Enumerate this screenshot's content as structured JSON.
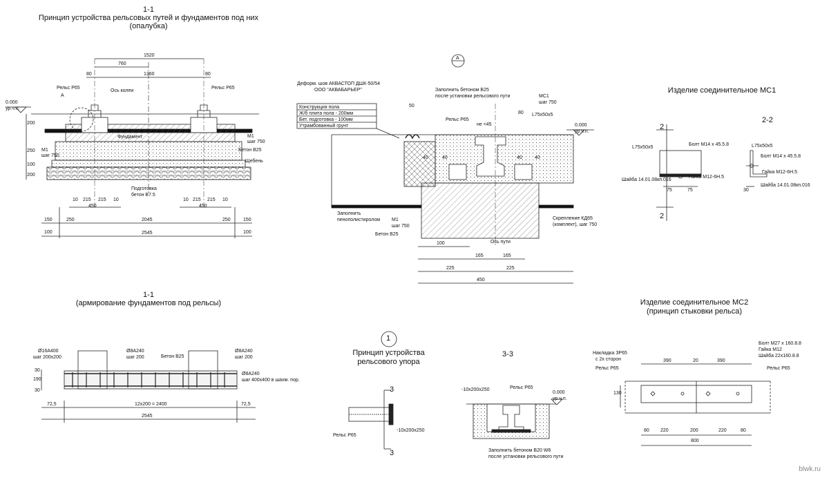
{
  "section_1_1_formwork": {
    "number": "1-1",
    "title_line1": "Принцип устройства рельсовых путей и фундаментов под них",
    "title_line2": "(опалубка)",
    "dims": {
      "d1520": "1520",
      "d760": "760",
      "d80a": "80",
      "d1360": "1360",
      "d80b": "80",
      "d2045": "2045",
      "d2545": "2545",
      "d250a": "250",
      "d250b": "250",
      "d150a": "150",
      "d150b": "150",
      "d100a": "100",
      "d100b": "100",
      "d450a": "450",
      "d450b": "450",
      "d10a": "10",
      "d215a": "215",
      "d215b": "215",
      "d10b": "10",
      "d10c": "10",
      "d215c": "215",
      "d215d": "215",
      "d10d": "10",
      "v200a": "200",
      "v250": "250",
      "v100": "100",
      "v200b": "200"
    },
    "labels": {
      "rail_left": "Рельс Р65",
      "rail_right": "Рельс Р65",
      "axis": "Ось колеи",
      "a_mark": "А",
      "level": "0.000",
      "level_sub": "ур.ч.п.",
      "foundation": "Фундамент",
      "m1_left": "М1",
      "m1_left_step": "шаг 750",
      "m1_right": "М1",
      "m1_right_step": "шаг 750",
      "concrete": "Бетон В25",
      "gravel": "Щебень",
      "prep": "Подготовка",
      "prep2": "бетон В7.5"
    }
  },
  "section_node_a": {
    "mark": "А",
    "labels": {
      "seam": "Деформ. шов АКВАСТОП ДШК-50/54",
      "seam_co": "ООО \"АКВАБАРЬЕР\"",
      "floor_head": "Конструкция пола",
      "floor1": "Ж/б плита пола  - 200мм",
      "floor2": "Бет. подготовка  - 100мм",
      "floor3": "Утрамбованный грунт",
      "fill": "Заполнить бетоном В25",
      "fill2": "после установки рельсового пути",
      "mc1": "МС1",
      "mc1_step": "шаг 750",
      "rail": "Рельс Р65",
      "not45": "не <45",
      "angle": "L75x50x5",
      "level": "0.000",
      "level_sub": "ур.ч.п.",
      "foam": "Заполнить",
      "foam2": "пенополистиролом",
      "m1": "М1",
      "m1_step": "шаг 750",
      "concrete": "Бетон В25",
      "kd": "Скрепление КД65",
      "kd2": "(комплект), шаг 750",
      "axis": "Ось пути"
    },
    "dims": {
      "d50": "50",
      "d80": "80",
      "d40a": "40",
      "d40b": "40",
      "d40c": "40",
      "d40d": "40",
      "d100": "100",
      "d165a": "165",
      "d165b": "165",
      "d225a": "225",
      "d225b": "225",
      "d450": "450"
    }
  },
  "mc1": {
    "title": "Изделие соединительное МС1",
    "section": "2-2",
    "cut_left": "2",
    "cut_left2": "2",
    "labels": {
      "angle": "L75x50x5",
      "bolt": "Болт М14 х 45.5.8",
      "washer": "Шайба 14.01.08кп.016",
      "nut": "Гайка М12-6Н.5",
      "angle_b": "L75x50x5",
      "bolt_b": "Болт М14 х 45.5.8",
      "nut_b": "Гайка М12-6Н.5",
      "washer_b": "Шайба 14.01.08кп.016"
    },
    "dims": {
      "d75a": "75",
      "d75b": "75",
      "d30": "30"
    }
  },
  "section_1_1_rebar": {
    "number": "1-1",
    "title": "(армирование фундаментов под рельсы)",
    "labels": {
      "r16": "Ø16А400",
      "r16_step": "шаг 200x200",
      "r8a": "Ø8А240",
      "r8a_step": "шаг 200",
      "concrete": "Бетон В25",
      "r8b": "Ø8А240",
      "r8b_step": "шаг 200",
      "r8c": "Ø8А240",
      "r8c_step": "шаг 400x400 в шахм. пор."
    },
    "dims": {
      "d725a": "72,5",
      "d2400": "12x200 = 2400",
      "d725b": "72,5",
      "d2545": "2545",
      "v30a": "30",
      "v190": "190",
      "v30b": "30"
    }
  },
  "rail_stop": {
    "mark": "1",
    "title1": "Принцип устройства",
    "title2": "рельсового упора",
    "cut_top": "3",
    "cut_bottom": "3",
    "rail": "Рельс Р65",
    "plate": "-10x200x250"
  },
  "section_3_3": {
    "title": "3-3",
    "plate": "-10x200x250",
    "rail": "Рельс Р65",
    "level": "0.000",
    "level_sub": "ур.ч.п.",
    "fill": "Заполнить бетоном В20 W6",
    "fill2": "после установки рельсового пути"
  },
  "mc2": {
    "title1": "Изделие соединительное МС2",
    "title2": "(принцип стыковки рельса)",
    "labels": {
      "overlay": "Накладка ЗР65",
      "overlay2": "с 2х сторон",
      "rail_left": "Рельс Р65",
      "bolt": "Болт М27 х 160.8.8",
      "nut": "Гайка М12",
      "washer": "Шайба 22х160.8.8",
      "rail_right": "Рельс Р65"
    },
    "dims": {
      "d390a": "390",
      "d20": "20",
      "d390b": "390",
      "d130": "130",
      "d80a": "80",
      "d220a": "220",
      "d200": "200",
      "d220b": "220",
      "d80b": "80",
      "d800": "800"
    }
  },
  "watermark": "blwk.ru"
}
